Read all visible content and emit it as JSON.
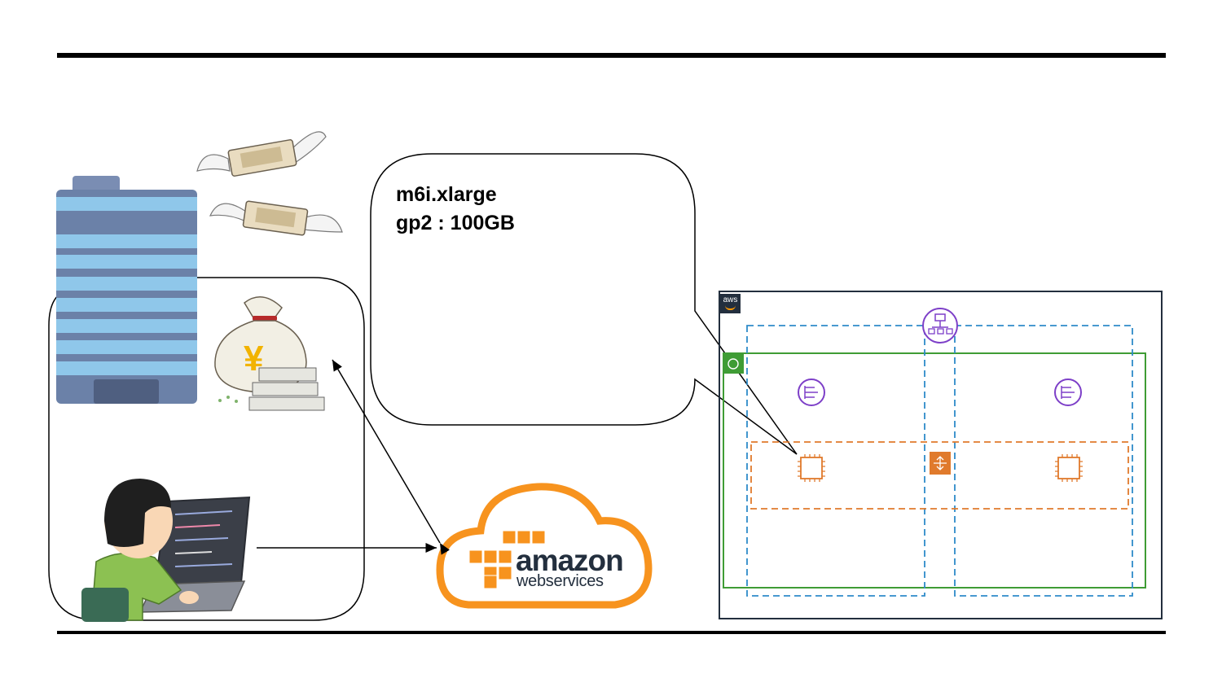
{
  "callout": {
    "line1": "m6i.xlarge",
    "line2": "gp2 : 100GB"
  },
  "aws_logo": {
    "word": "amazon",
    "tagline": "webservices"
  },
  "aws_group_tag": "aws",
  "colors": {
    "aws_orange": "#f7931e",
    "aws_navy": "#232f3e",
    "vpc_green": "#3f9c35",
    "az_blue": "#2e8bc9",
    "subnet_orange": "#e07a2c",
    "elb_purple": "#8c4fff",
    "building_blue": "#8fc7ea",
    "building_gray": "#6b81a8"
  },
  "icons": [
    "building-icon",
    "flying-money-icon",
    "money-bag-icon",
    "engineer-at-laptop-icon",
    "aws-cloud-logo",
    "load-balancer-icon",
    "nat-gateway-icon",
    "ec2-instance-icon",
    "vpc-router-icon",
    "vpc-cloud-icon"
  ]
}
